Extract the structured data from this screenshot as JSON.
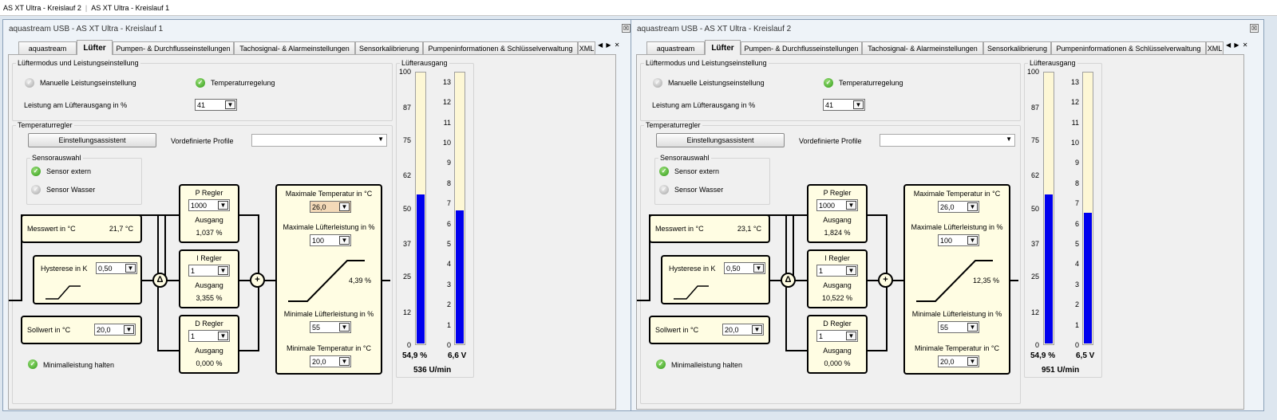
{
  "taskbar": {
    "tab1": "AS XT Ultra - Kreislauf 2",
    "tab2": "AS XT Ultra - Kreislauf 1"
  },
  "common": {
    "tabs": [
      "aquastream",
      "Lüfter",
      "Pumpen- & Durchflusseinstellungen",
      "Tachosignal- & Alarmeinstellungen",
      "Sensorkalibrierung",
      "Pumpeninformationen & Schlüsselverwaltung",
      "XML"
    ],
    "tab_arrows": "◀ ▶ ✕",
    "close_glyph": "☒",
    "group_mode": "Lüftermodus und Leistungseinstellung",
    "radio_manual": "Manuelle Leistungseinstellung",
    "radio_temp": "Temperaturregelung",
    "power_label": "Leistung am Lüfterausgang in %",
    "group_controller": "Temperaturregler",
    "assistant_button": "Einstellungsassistent",
    "profiles_label": "Vordefinierte Profile",
    "sensor_group": "Sensorauswahl",
    "sensor_ext": "Sensor extern",
    "sensor_water": "Sensor Wasser",
    "messwert_label": "Messwert in °C",
    "hysterese_label": "Hysterese in K",
    "sollwert_label": "Sollwert in °C",
    "p_label": "P Regler",
    "i_label": "I Regler",
    "d_label": "D Regler",
    "ausgang_label": "Ausgang",
    "max_temp_label": "Maximale Temperatur in °C",
    "max_fan_label": "Maximale Lüfterleistung in %",
    "min_fan_label": "Minimale Lüfterleistung in %",
    "min_temp_label": "Minimale Temperatur in °C",
    "min_power_label": "Minimalleistung halten",
    "fan_output_group": "Lüfterausgang",
    "delta": "Δ",
    "plus": "+",
    "arrow": "▼",
    "radio_check": "✓",
    "scale_pct": [
      "100",
      "87",
      "75",
      "62",
      "50",
      "37",
      "25",
      "12",
      "0"
    ],
    "scale_v": [
      "13",
      "12",
      "11",
      "10",
      "9",
      "8",
      "7",
      "6",
      "5",
      "4",
      "3",
      "2",
      "1",
      "0"
    ],
    "colors": {
      "active_radio": "#2e9a14",
      "bar_fill": "#0000ee",
      "bar_bg": "#fdf7d5",
      "block_bg": "#fffde3",
      "highlight_combo": "#f3d9b8"
    }
  },
  "windows": [
    {
      "title": "aquastream USB - AS XT Ultra - Kreislauf 1",
      "power_value": "41",
      "messwert_value": "21,7 °C",
      "hysterese_value": "0,50",
      "sollwert_value": "20,0",
      "p_value": "1000",
      "p_out": "1,037 %",
      "i_value": "1",
      "i_out": "3,355 %",
      "d_value": "1",
      "d_out": "0,000 %",
      "max_temp_value": "26,0",
      "max_fan_value": "100",
      "curve_out": "4,39 %",
      "min_fan_value": "55",
      "min_temp_value": "20,0",
      "pct_readout": "54,9 %",
      "volt_readout": "6,6 V",
      "rpm": "536 U/min",
      "pct_level": 54.9,
      "volt_level": 6.6
    },
    {
      "title": "aquastream USB - AS XT Ultra - Kreislauf 2",
      "power_value": "41",
      "messwert_value": "23,1 °C",
      "hysterese_value": "0,50",
      "sollwert_value": "20,0",
      "p_value": "1000",
      "p_out": "1,824 %",
      "i_value": "1",
      "i_out": "10,522 %",
      "d_value": "1",
      "d_out": "0,000 %",
      "max_temp_value": "26,0",
      "max_fan_value": "100",
      "curve_out": "12,35 %",
      "min_fan_value": "55",
      "min_temp_value": "20,0",
      "pct_readout": "54,9 %",
      "volt_readout": "6,5 V",
      "rpm": "951 U/min",
      "pct_level": 54.9,
      "volt_level": 6.5
    }
  ]
}
